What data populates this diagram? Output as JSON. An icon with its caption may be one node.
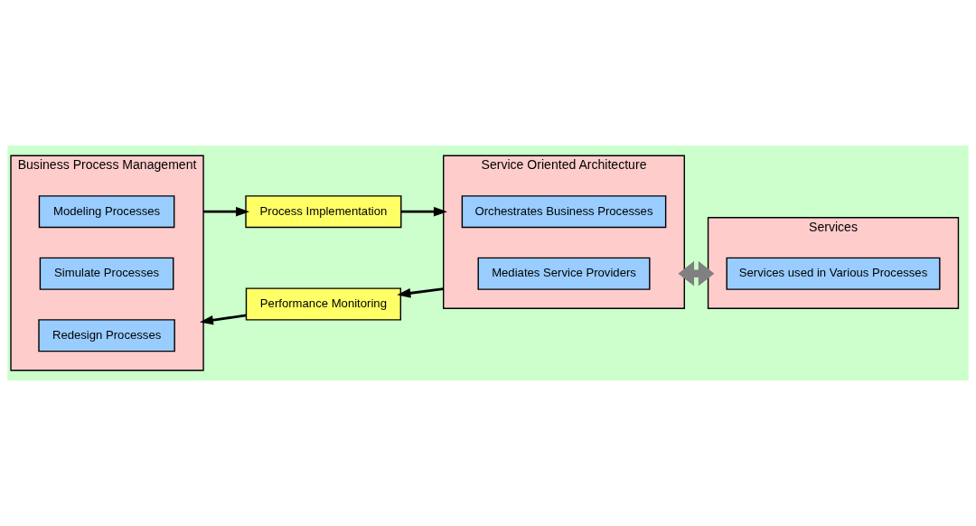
{
  "diagram": {
    "nodes": [
      {
        "text": [
          "Process Implementation"
        ]
      },
      {
        "text": [
          "Service Oriented Architecture"
        ]
      },
      {
        "text": [
          "Orchestrates Business Processes"
        ],
        "in": 1
      },
      {
        "text": [
          "Mediates Service Providers"
        ],
        "in": 1
      },
      {
        "text": [
          "Business Process Management"
        ]
      },
      {
        "text": [
          "Modeling Processes"
        ],
        "in": 4
      },
      {
        "text": [
          "Simulate Processes"
        ],
        "in": 4
      },
      {
        "text": [
          "Redesign Processes"
        ],
        "in": 4
      },
      {
        "text": [
          "Services"
        ]
      },
      {
        "text": [
          "Services used in Various Processes"
        ],
        "in": 8
      },
      {
        "text": [
          "Performance Monitoring"
        ]
      }
    ],
    "edges": [
      {
        "from": 4,
        "to": 0,
        "arrow": "to"
      },
      {
        "from": 0,
        "to": 1,
        "arrow": "to"
      },
      {
        "from": 1,
        "to": 10,
        "arrow": "to"
      },
      {
        "from": 10,
        "to": 4,
        "arrow": "to"
      },
      {
        "from": 1,
        "to": 8,
        "arrow": "both",
        "style": "thick",
        "color": "#808080"
      }
    ]
  }
}
